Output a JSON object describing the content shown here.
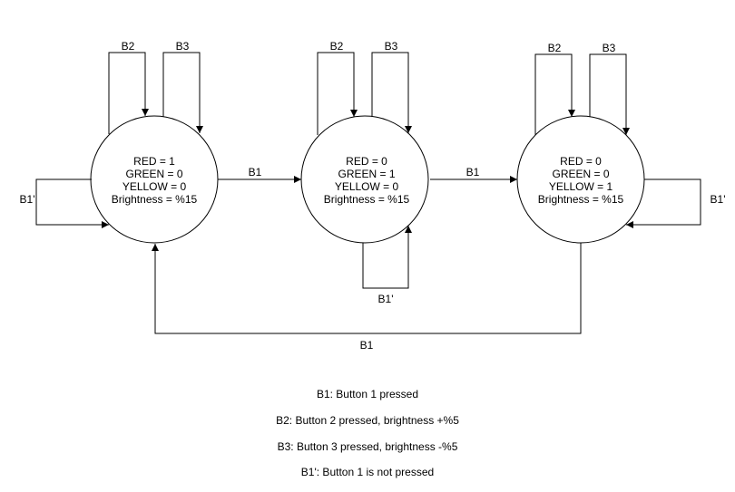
{
  "states": [
    {
      "lines": [
        "RED = 1",
        "GREEN = 0",
        "YELLOW = 0",
        "Brightness = %15"
      ]
    },
    {
      "lines": [
        "RED = 0",
        "GREEN = 1",
        "YELLOW = 0",
        "Brightness = %15"
      ]
    },
    {
      "lines": [
        "RED = 0",
        "GREEN = 0",
        "YELLOW = 1",
        "Brightness = %15"
      ]
    }
  ],
  "edge_labels": {
    "s1_b2": "B2",
    "s1_b3": "B3",
    "s1_b1p": "B1'",
    "s2_b2": "B2",
    "s2_b3": "B3",
    "s2_b1p": "B1'",
    "s3_b2": "B2",
    "s3_b3": "B3",
    "s3_b1p": "B1'",
    "s1_to_s2": "B1",
    "s2_to_s3": "B1",
    "s3_to_s1": "B1"
  },
  "legend": [
    "B1: Button 1 pressed",
    "B2: Button 2 pressed, brightness +%5",
    "B3: Button 3 pressed, brightness -%5",
    "B1': Button 1 is not pressed"
  ],
  "colors": {
    "stroke": "#000000",
    "background": "#ffffff"
  }
}
